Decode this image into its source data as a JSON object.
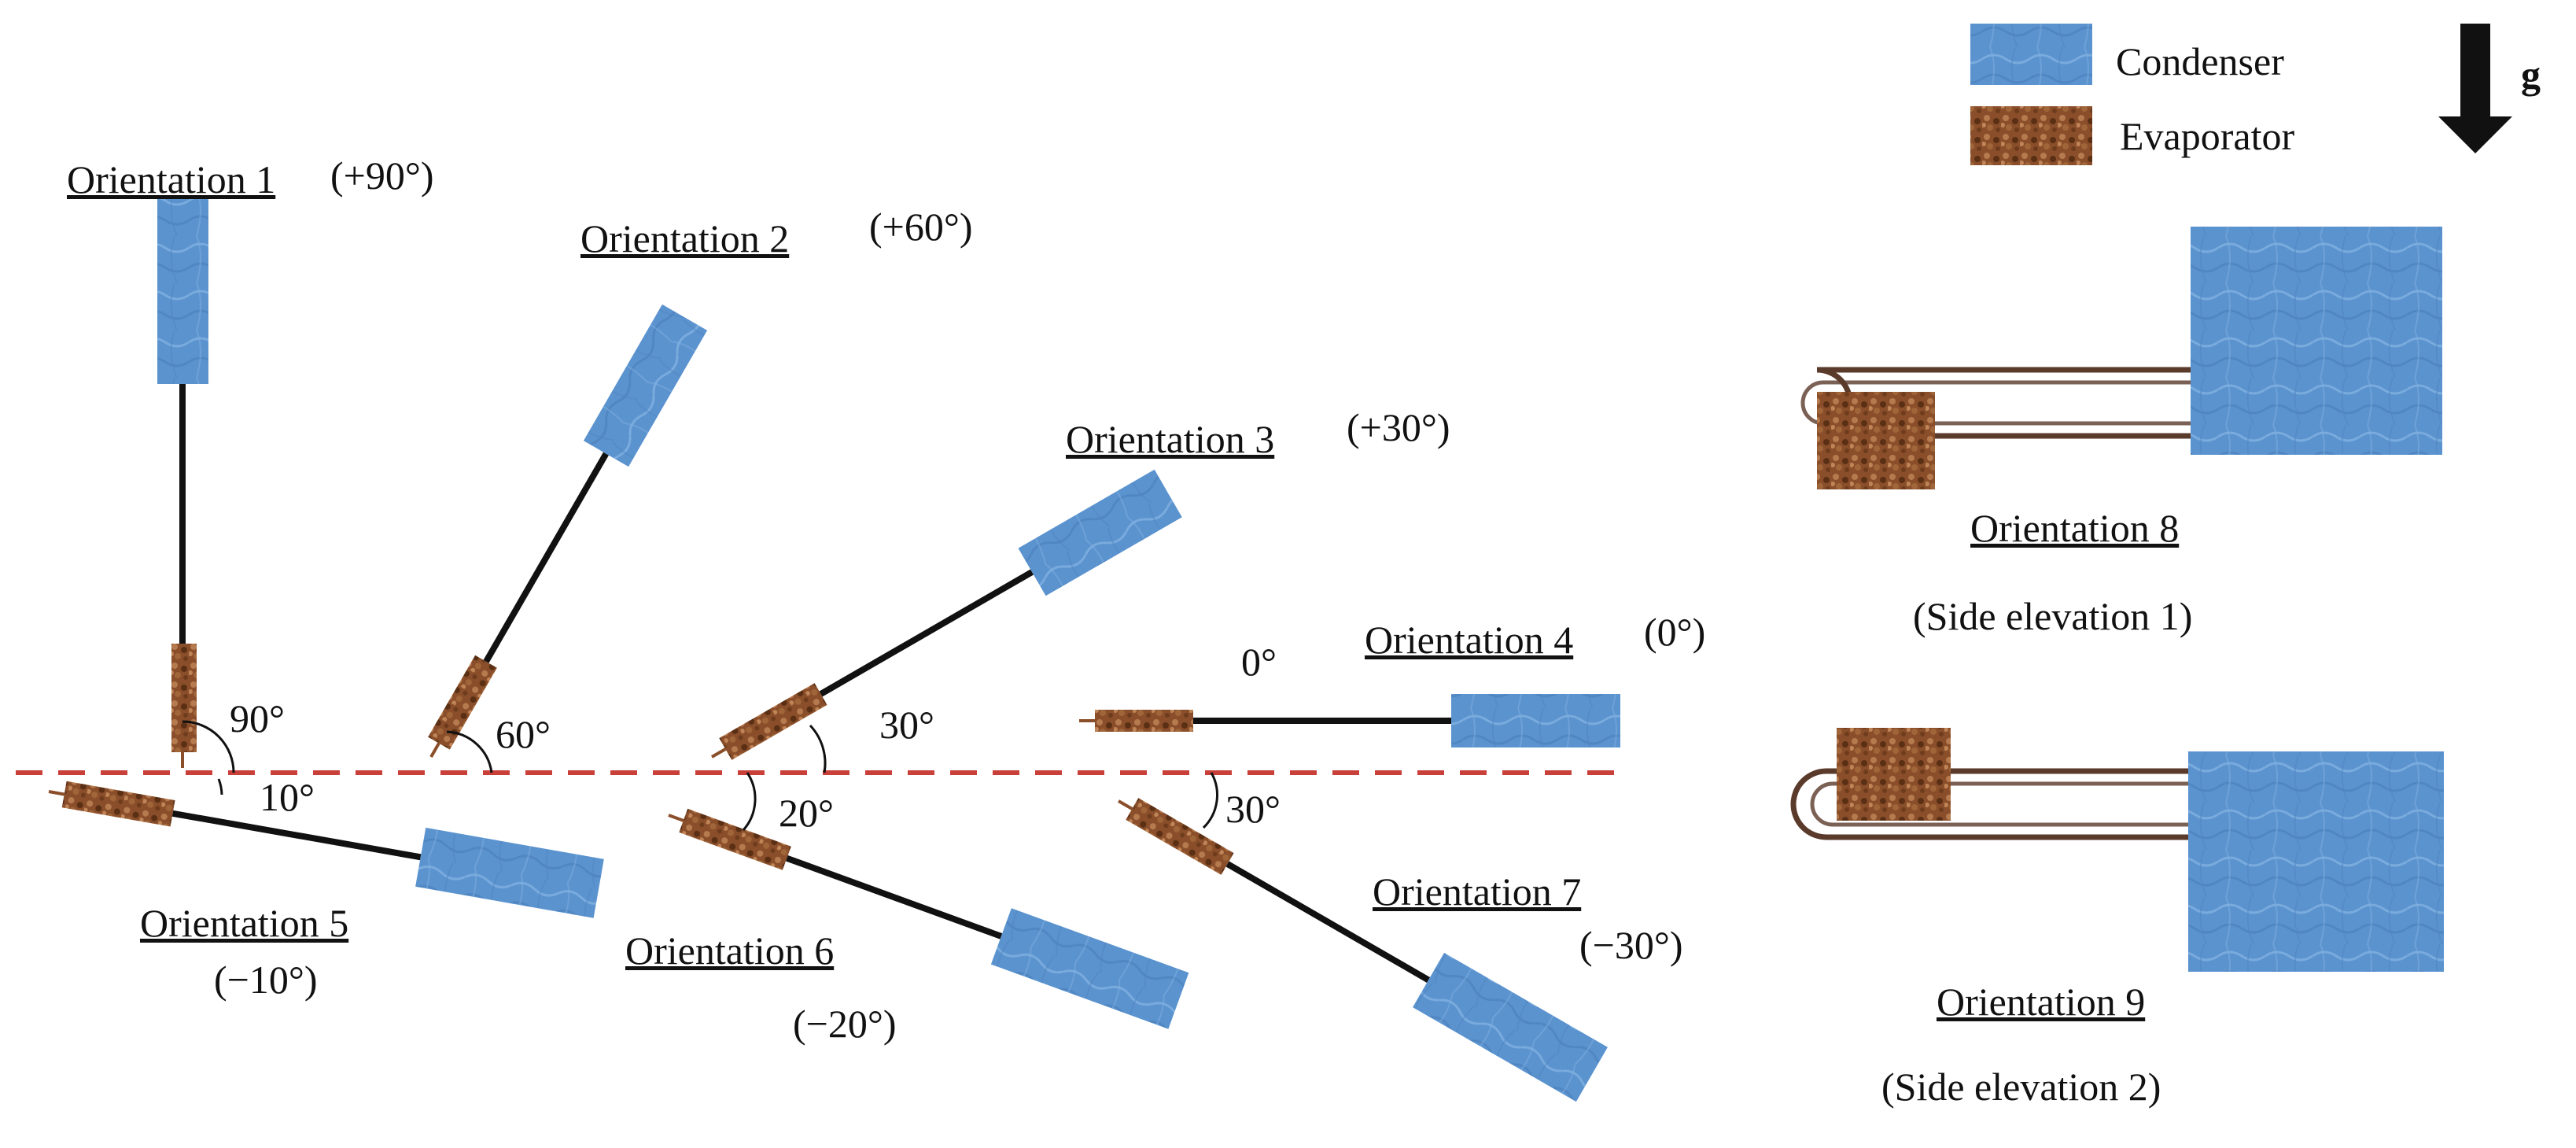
{
  "colors": {
    "condenser": "#5b93cf",
    "condenser_light": "#8ebbe6",
    "evaporator": "#8a4f2a",
    "evaporator_dark": "#5a2f14",
    "evaporator_light": "#b57a4e",
    "tube": "#111111",
    "side_tube": "#5a3a2a",
    "reference_line": "#c9403a"
  },
  "legend": {
    "condenser_label": "Condenser",
    "evaporator_label": "Evaporator",
    "gravity_label": "g"
  },
  "orientations": [
    {
      "name": "Orientation 1",
      "angle_label": "(+90°)",
      "arc_label": "90°"
    },
    {
      "name": "Orientation 2",
      "angle_label": "(+60°)",
      "arc_label": "60°"
    },
    {
      "name": "Orientation 3",
      "angle_label": "(+30°)",
      "arc_label": "30°"
    },
    {
      "name": "Orientation 4",
      "angle_label": "(0°)",
      "arc_label": "0°"
    },
    {
      "name": "Orientation 5",
      "angle_label": "(−10°)",
      "arc_label": "10°"
    },
    {
      "name": "Orientation 6",
      "angle_label": "(−20°)",
      "arc_label": "20°"
    },
    {
      "name": "Orientation 7",
      "angle_label": "(−30°)",
      "arc_label": "30°"
    }
  ],
  "side_views": [
    {
      "name": "Orientation 8",
      "caption": "(Side elevation 1)"
    },
    {
      "name": "Orientation 9",
      "caption": "(Side elevation 2)"
    }
  ]
}
